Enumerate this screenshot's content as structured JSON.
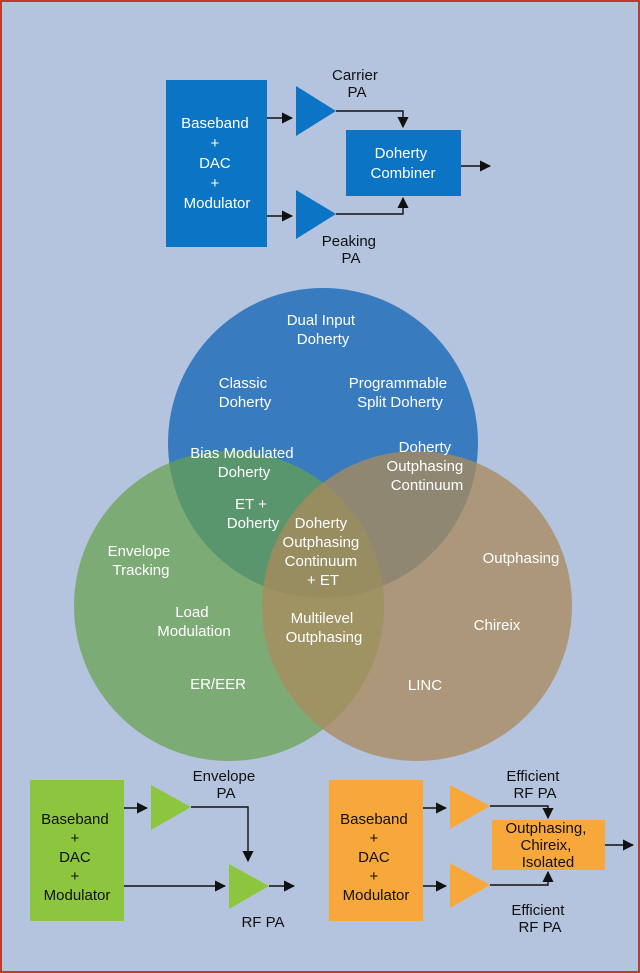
{
  "colors": {
    "background": "#b4c4de",
    "border": "#c0392b",
    "blue": "#0b74c4",
    "green": "#8cc63f",
    "orange": "#f8a83a",
    "venn_top": "#1c6cb8",
    "venn_left": "#66a14d",
    "venn_right": "#a98b5e"
  },
  "doherty_block": {
    "source": [
      "Baseband",
      "+",
      "DAC",
      "+",
      "Modulator"
    ],
    "carrier_pa": [
      "Carrier",
      "PA"
    ],
    "peaking_pa": [
      "Peaking",
      "PA"
    ],
    "combiner": [
      "Doherty",
      "Combiner"
    ]
  },
  "venn": {
    "top_title": [
      "Dual Input",
      "Doherty"
    ],
    "classic": [
      "Classic",
      "Doherty"
    ],
    "programmable": [
      "Programmable",
      "Split Doherty"
    ],
    "bias_modulated": [
      "Bias Modulated",
      "Doherty"
    ],
    "et_doherty": [
      "ET +",
      "Doherty"
    ],
    "doherty_outphasing": [
      "Doherty",
      "Outphasing",
      "Continuum"
    ],
    "center": [
      "Doherty",
      "Outphasing",
      "Continuum",
      "+ ET"
    ],
    "envelope_tracking": [
      "Envelope",
      "Tracking"
    ],
    "load_modulation": [
      "Load",
      "Modulation"
    ],
    "er_eer": "ER/EER",
    "multilevel": [
      "Multilevel",
      "Outphasing"
    ],
    "outphasing": "Outphasing",
    "chireix": "Chireix",
    "linc": "LINC"
  },
  "et_block": {
    "source": [
      "Baseband",
      "+",
      "DAC",
      "+",
      "Modulator"
    ],
    "envelope_pa": [
      "Envelope",
      "PA"
    ],
    "rf_pa": "RF PA"
  },
  "outphasing_block": {
    "source": [
      "Baseband",
      "+",
      "DAC",
      "+",
      "Modulator"
    ],
    "top_pa": [
      "Efficient",
      "RF PA"
    ],
    "bottom_pa": [
      "Efficient",
      "RF PA"
    ],
    "combiner": [
      "Outphasing,",
      "Chireix,",
      "Isolated"
    ]
  }
}
